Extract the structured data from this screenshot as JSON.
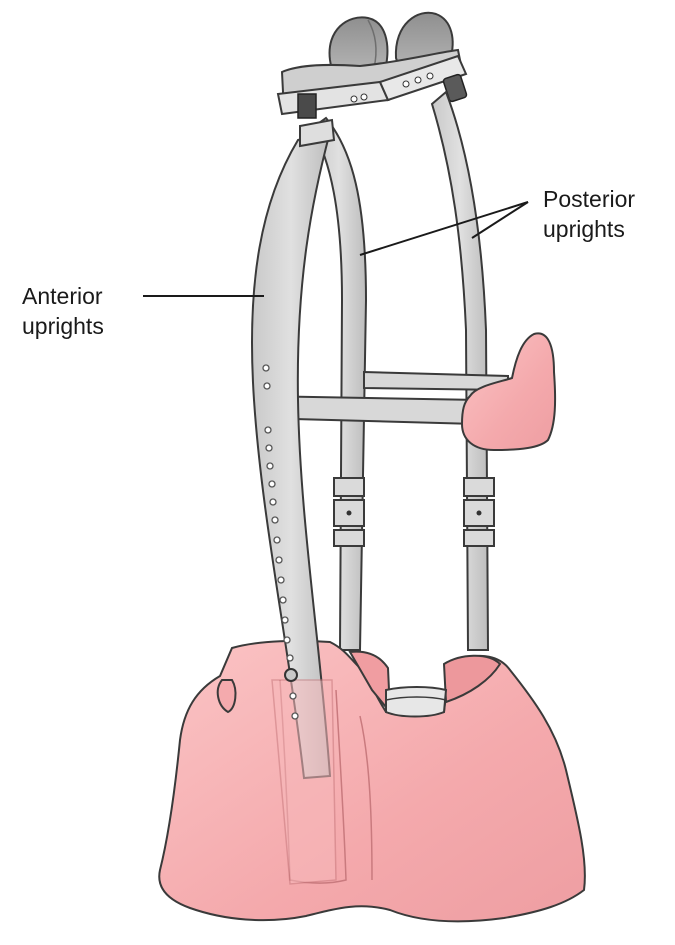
{
  "labels": {
    "anterior": {
      "line1": "Anterior",
      "line2": "uprights"
    },
    "posterior": {
      "line1": "Posterior",
      "line2": "uprights"
    }
  },
  "colors": {
    "metal_fill": "#d3d3d3",
    "metal_dark": "#9a9a9a",
    "outline": "#3a3a3a",
    "pad_fill": "#f5aeb0",
    "pad_dark": "#e58e92",
    "pad_light": "#fbd0d1",
    "occipital_fill": "#9d9d9d"
  },
  "icons": {
    "brace": "cervical-thoracic-brace-illustration"
  }
}
